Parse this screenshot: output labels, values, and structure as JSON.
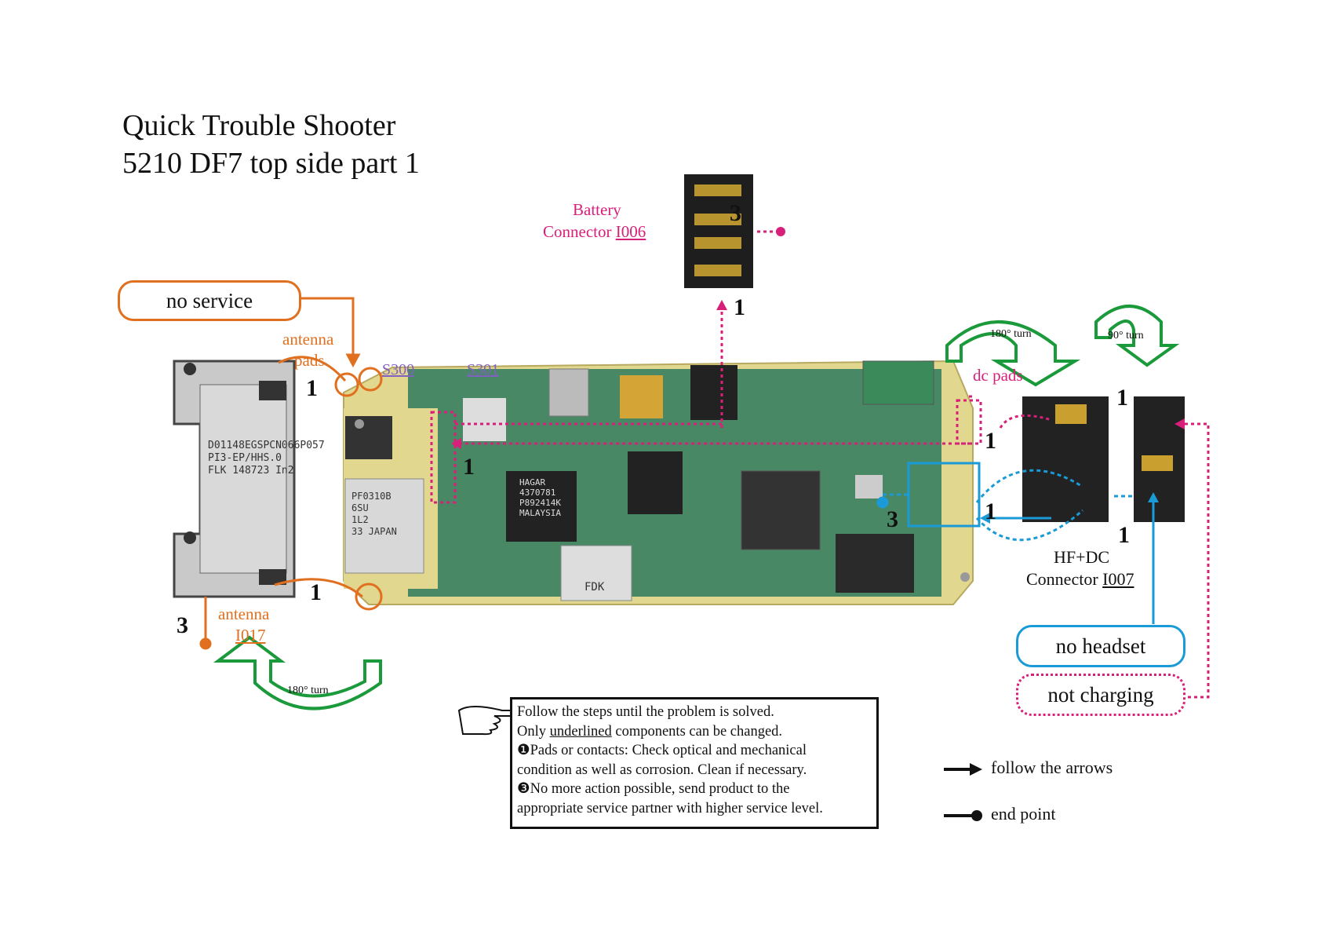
{
  "title": "Quick Trouble Shooter",
  "subtitle": "5210 DF7 top side part 1",
  "battery": {
    "line1": "Battery",
    "line2_prefix": "Connector ",
    "code": "I006",
    "step": "3",
    "step_bottom": "1"
  },
  "no_service": "no service",
  "antenna_pads": {
    "line1": "antenna",
    "line2": "pads"
  },
  "switches": {
    "s300": "S300",
    "s301": "S301"
  },
  "antenna": {
    "label": "antenna",
    "code": "I017"
  },
  "dc_pads": "dc pads",
  "turns": {
    "left": "180° turn",
    "right_a": "180° turn",
    "right_b": "90° turn"
  },
  "hf_connector": {
    "line1": "HF+DC",
    "line2_prefix": "Connector ",
    "code": "I007"
  },
  "no_headset": "no headset",
  "not_charging": "not charging",
  "notes": {
    "line1": "Follow the steps until the problem is solved.",
    "line2_prefix": "Only ",
    "line2_u": "underlined",
    "line2_suffix": " components can be changed.",
    "line3": "❶Pads or contacts: Check optical and mechanical",
    "line4": "condition as well as corrosion. Clean if necessary.",
    "line5": "❸No more action possible, send product to the",
    "line6": "appropriate service partner with higher service level."
  },
  "legend": {
    "arrows": "follow the arrows",
    "end": "end point"
  },
  "board_text": {
    "chip1": [
      "HAGAR",
      "4370781",
      "P892414K",
      "MALAYSIA"
    ],
    "chip2": [
      "PF0310B",
      "6SU",
      "1L2",
      "33 JAPAN"
    ],
    "module": [
      "D01148EGSPCN066P057",
      "PI3-EP/HHS.0",
      "FLK 148723 In2"
    ],
    "fdk": "FDK"
  },
  "badges": {
    "one": "1",
    "three": "3"
  },
  "colors": {
    "orange": "#e07020",
    "pink": "#d8207a",
    "blue": "#1a9ad6",
    "green": "#1a9a3a"
  }
}
